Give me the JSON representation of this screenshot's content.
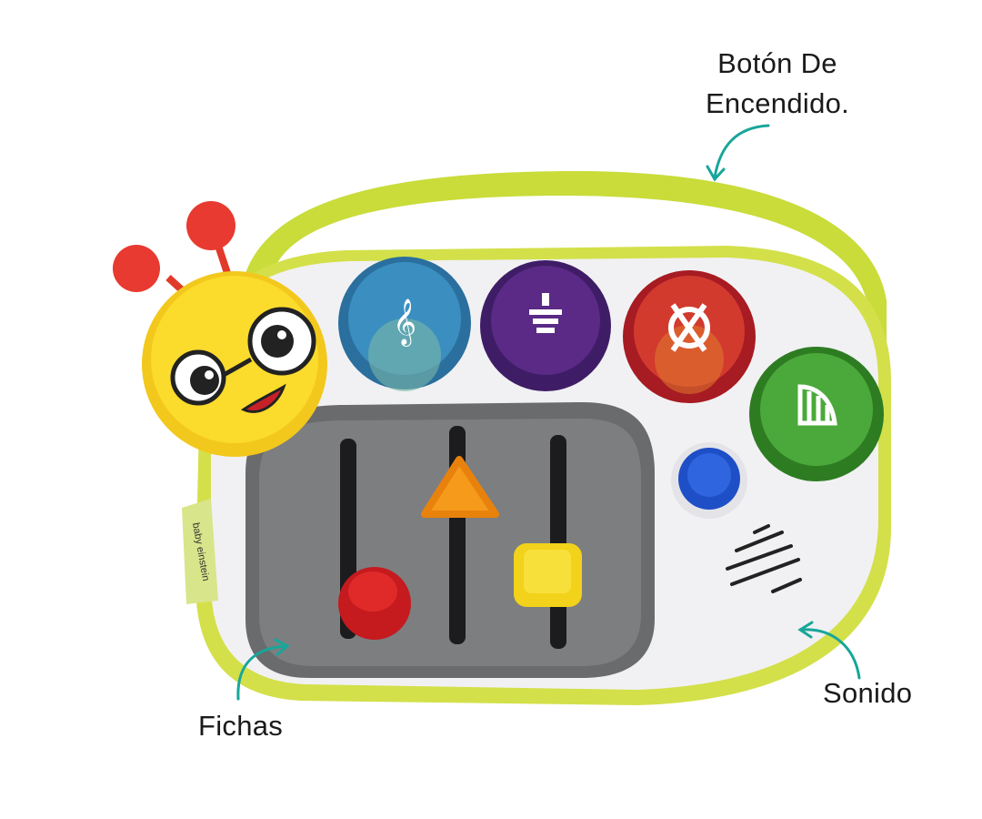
{
  "annotations": {
    "power_button": {
      "line1": "Botón De",
      "line2": "Encendido."
    },
    "sound": "Sonido",
    "chips": "Fichas"
  },
  "product": {
    "brand_tag": "baby einstein",
    "button_colors": [
      "#2f7fb0",
      "#5a2a86",
      "#c8242b",
      "#3f9a2c"
    ],
    "button_icons": [
      "violin-icon",
      "xylophone-icon",
      "drum-icon",
      "harp-icon"
    ],
    "accent_color": "#c9dc3a",
    "arrow_color": "#17a69a"
  }
}
